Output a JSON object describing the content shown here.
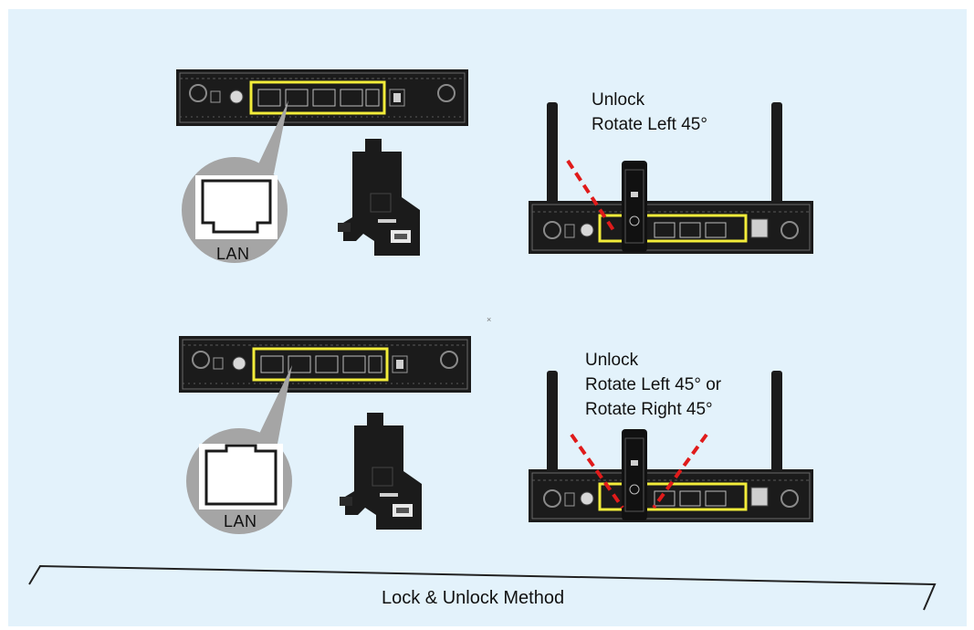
{
  "top_row": {
    "port_zoom_label": "LAN",
    "instruction": {
      "line1": "Unlock",
      "line2": "Rotate Left 45°",
      "line3": ""
    }
  },
  "bottom_row": {
    "port_zoom_label": "LAN",
    "instruction": {
      "line1": "Unlock",
      "line2": "Rotate Left 45° or",
      "line3": "Rotate Right 45°"
    }
  },
  "caption": "Lock & Unlock Method",
  "colors": {
    "background": "#e3f2fb",
    "device": "#1a1a1a",
    "highlight": "#f2ec3a",
    "rotation_guide": "#e01b1b"
  }
}
